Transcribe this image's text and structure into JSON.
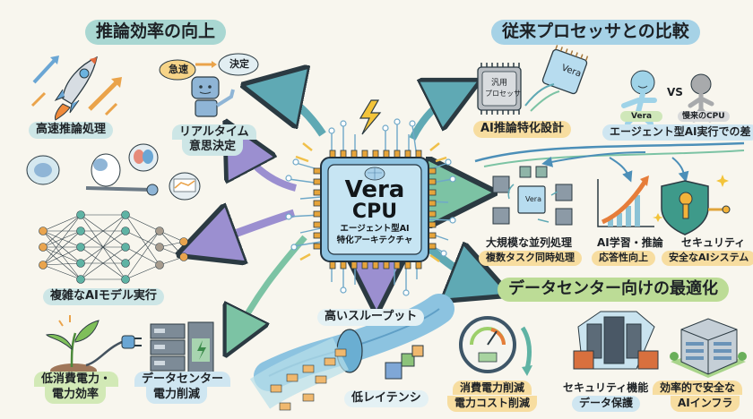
{
  "colors": {
    "background": "#f8f6ee",
    "teal": "#a9d7d2",
    "blue": "#a6d2e6",
    "green": "#bcdc96",
    "yellow": "#f7dda0",
    "chip_blue": "#b7dcef",
    "pin_orange": "#e6a43a",
    "arrow_purple": "#9b8fd0",
    "arrow_teal": "#6fb3b0"
  },
  "center": {
    "title_line1": "Vera",
    "title_line2": "CPU",
    "subtitle_line1": "エージェント型AI",
    "subtitle_line2": "特化アーキテクチャ",
    "icon": "brain-icon"
  },
  "sections": {
    "inference": {
      "title": "推論効率の向上",
      "items": [
        {
          "label": "高速推論処理",
          "icon": "rocket-icon"
        },
        {
          "label_line1": "リアルタイム",
          "label_line2": "意思決定",
          "icon": "robot-icon",
          "bubble_left": "急速",
          "bubble_right": "決定"
        },
        {
          "label": "複雑なAIモデル実行",
          "icon": "neural-network-icon"
        },
        {
          "label_line1": "低消費電力・",
          "label_line2": "電力効率",
          "icon": "plant-plug-icon"
        },
        {
          "label_line1": "データセンター",
          "label_line2": "電力削減",
          "icon": "server-rack-icon"
        }
      ]
    },
    "comparison": {
      "title": "従来プロセッサとの比較",
      "chip_general_line1": "汎用",
      "chip_general_line2": "プロセッサ",
      "chip_vera": "Vera",
      "design_label": "AI推論特化設計",
      "runner_vera": "Vera",
      "vs": "VS",
      "runner_legacy": "慢来のCPU",
      "race_label": "エージェント型AI実行での差",
      "features": [
        {
          "title": "大規模な並列処理",
          "sub": "複数タスク同時処理",
          "icon": "parallel-chips-icon",
          "chip_label": "Vera"
        },
        {
          "title": "AI学習・推論",
          "sub": "応答性向上",
          "icon": "growth-chart-icon"
        },
        {
          "title": "セキュリティ",
          "sub": "安全なAIシステム",
          "icon": "shield-key-icon"
        }
      ]
    },
    "throughput": {
      "top_label": "高いスループット",
      "bottom_label": "低レイテンシ",
      "icon": "data-pipe-icon"
    },
    "datacenter": {
      "title": "データセンター向けの最適化",
      "items": [
        {
          "label_line1": "消費電力削減",
          "label_line2": "電力コスト削減",
          "icon": "gauge-icon"
        },
        {
          "label_line1": "セキュリティ機能",
          "label_line2": "データ保護",
          "icon": "firewall-servers-icon"
        },
        {
          "label_line1": "効率的で安全な",
          "label_line2": "AIインフラ",
          "icon": "building-icon"
        }
      ]
    }
  }
}
